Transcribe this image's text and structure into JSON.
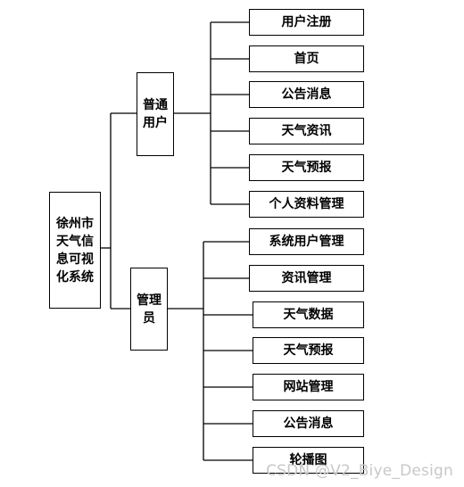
{
  "root": {
    "label": "徐州市天气信息可视化系统"
  },
  "branches": [
    {
      "key": "user",
      "label": "普通用户",
      "children": [
        "用户注册",
        "首页",
        "公告消息",
        "天气资讯",
        "天气预报",
        "个人资料管理"
      ]
    },
    {
      "key": "admin",
      "label": "管理员",
      "children": [
        "系统用户管理",
        "资讯管理",
        "天气数据",
        "天气预报",
        "网站管理",
        "公告消息",
        "轮播图"
      ]
    }
  ],
  "watermark": "CSDN @V2_Biye_Design"
}
